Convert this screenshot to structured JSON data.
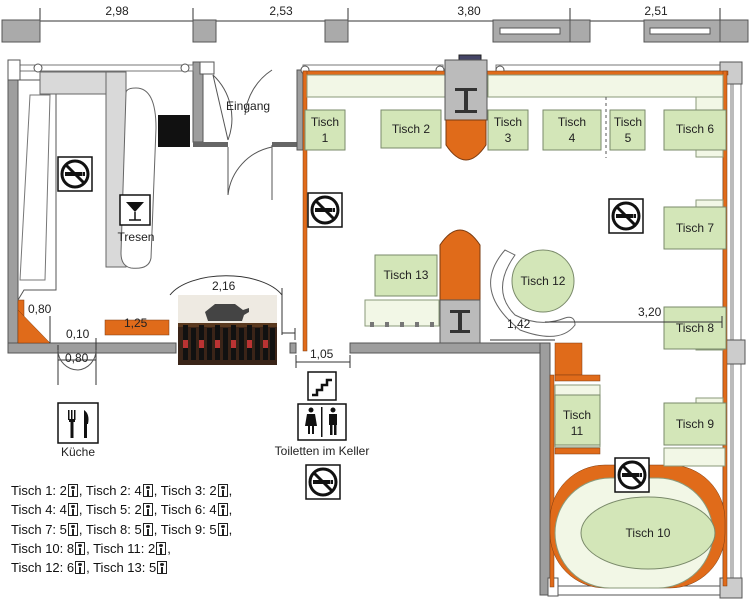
{
  "dimensions": {
    "top_1": "2,98",
    "top_2": "2,53",
    "top_3": "3,80",
    "top_4": "2,51",
    "d_080_top": "0,80",
    "d_010": "0,10",
    "d_080_bottom": "0,80",
    "d_125": "1,25",
    "d_216": "2,16",
    "d_105": "1,05",
    "d_142": "1,42",
    "d_320": "3,20"
  },
  "labels": {
    "entrance": "Eingang",
    "bar": "Tresen",
    "kitchen": "Küche",
    "toilets": "Toiletten im Keller"
  },
  "tables": {
    "t1": [
      "Tisch",
      "1"
    ],
    "t2": "Tisch 2",
    "t3": [
      "Tisch",
      "3"
    ],
    "t4": [
      "Tisch",
      "4"
    ],
    "t5": [
      "Tisch",
      "5"
    ],
    "t6": "Tisch 6",
    "t7": "Tisch 7",
    "t8": "Tisch 8",
    "t9": "Tisch 9",
    "t10": "Tisch 10",
    "t11": [
      "Tisch",
      "11"
    ],
    "t12": "Tisch 12",
    "t13": "Tisch 13"
  },
  "legend": [
    [
      "Tisch 1: 2",
      ", Tisch 2: 4",
      ", Tisch 3: 2",
      ","
    ],
    [
      "Tisch 4: 4",
      ", Tisch 5: 2",
      ", Tisch 6: 4",
      ","
    ],
    [
      "Tisch 7: 5",
      ", Tisch 8: 5",
      ", Tisch 9: 5",
      ","
    ],
    [
      "Tisch 10: 8",
      ", Tisch 11: 2",
      ","
    ],
    [
      "Tisch 12: 6",
      ", Tisch 13: 5",
      ""
    ]
  ],
  "icons": {
    "no_smoking": "no-smoking-icon",
    "cocktail": "cocktail-glass-icon",
    "cutlery": "cutlery-icon",
    "stairs": "stairs-icon",
    "restroom": "restroom-icon",
    "person": "person-icon"
  },
  "colors": {
    "wall": "#9e9e9e",
    "orange": "#e06b1a",
    "table_fill": "#d3e6b8",
    "table_stroke": "#7a8a6a",
    "bench_fill": "#f2f7e6",
    "counter": "#d9d9d9"
  }
}
